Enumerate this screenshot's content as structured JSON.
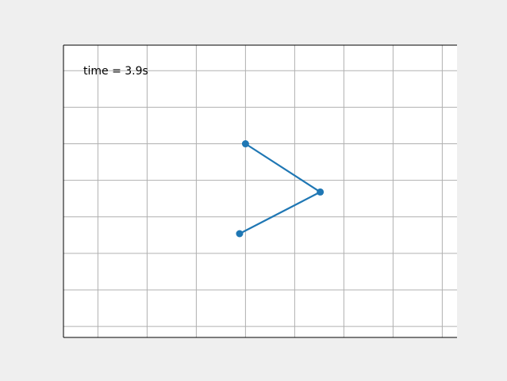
{
  "chart_data": {
    "type": "line",
    "annotation": "time = 3.9s",
    "grid": true,
    "xlim": [
      -1.85,
      2.15
    ],
    "ylim": [
      -2.65,
      1.35
    ],
    "x_gridlines": [
      -1.5,
      -1.0,
      -0.5,
      0.0,
      0.5,
      1.0,
      1.5,
      2.0
    ],
    "y_gridlines": [
      -2.5,
      -2.0,
      -1.5,
      -1.0,
      -0.5,
      0.0,
      0.5,
      1.0
    ],
    "series": [
      {
        "x": [
          0.0,
          0.76,
          -0.06
        ],
        "y": [
          0.0,
          -0.66,
          -1.23
        ],
        "color": "#1f77b4",
        "marker": "circle"
      }
    ]
  },
  "colors": {
    "figure_bg": "#efefef",
    "axes_bg": "#ffffff",
    "grid": "#b0b0b0",
    "line": "#1f77b4"
  }
}
